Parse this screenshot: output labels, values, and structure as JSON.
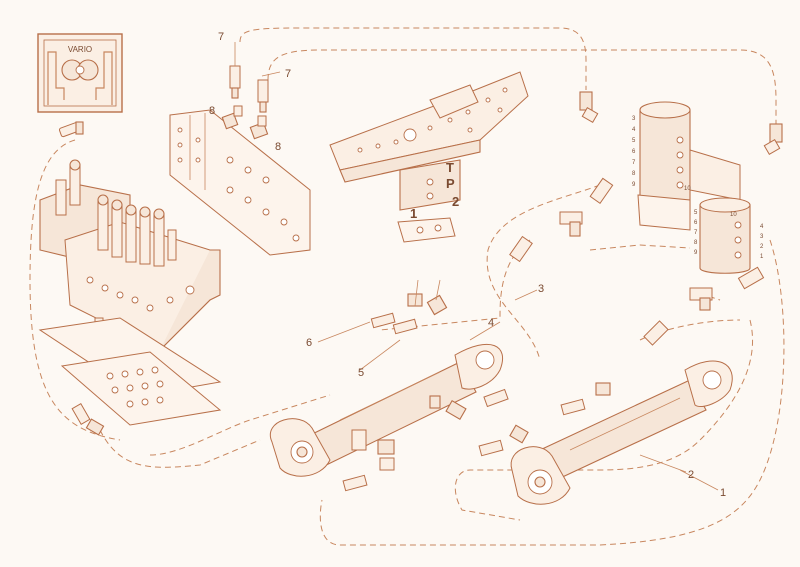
{
  "logo": {
    "text": "VARIO"
  },
  "callouts": {
    "c7a": "7",
    "c7b": "7",
    "c8a": "8",
    "c8b": "8",
    "c1": "1",
    "c2": "2",
    "cT": "T",
    "cP": "P",
    "c3": "3",
    "c4": "4",
    "c5": "5",
    "c6": "6",
    "c2b": "2",
    "c1b": "1"
  },
  "orbitrol_ports": {
    "p3": "3",
    "p4": "4",
    "p5": "5",
    "p6": "6",
    "p7": "7",
    "p8": "8",
    "p9": "9",
    "p10": "10",
    "q1": "1",
    "q2": "2",
    "q3": "3",
    "q4": "4",
    "q5": "5",
    "q6": "6",
    "q7": "7",
    "q8": "8",
    "q9": "9",
    "q10": "10"
  },
  "colors": {
    "line": "#c8875f",
    "stroke": "#b8704a",
    "fill": "#f6e6d8",
    "background": "#fdf9f4",
    "text": "#7a4a30"
  }
}
